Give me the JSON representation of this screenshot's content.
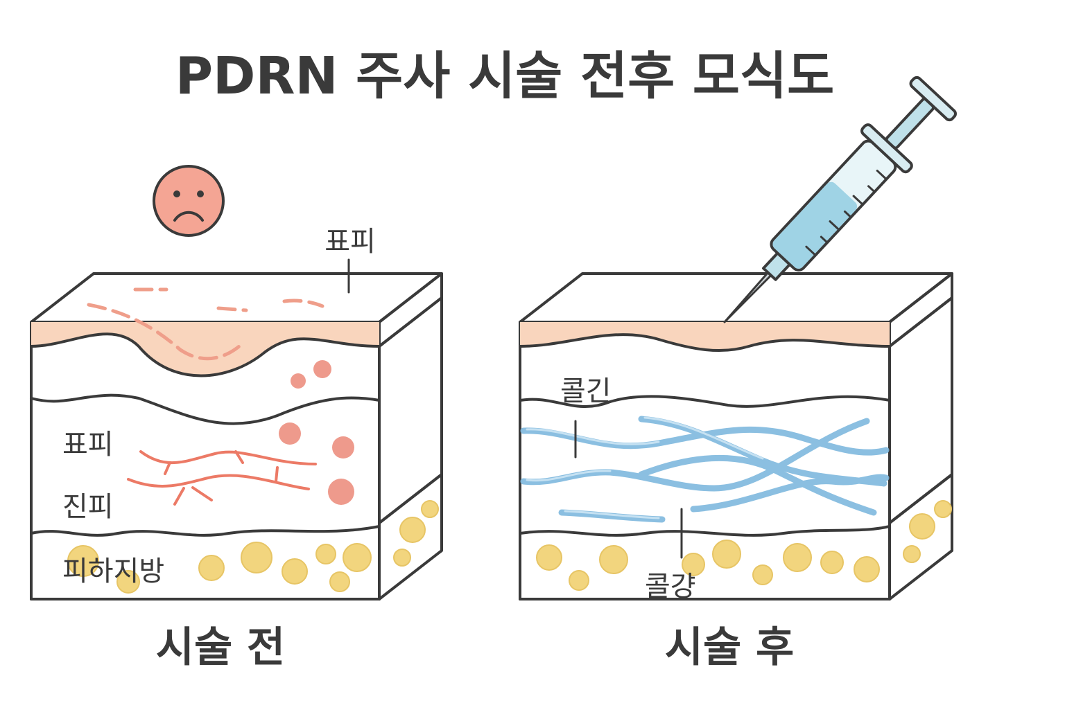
{
  "title": "PDRN 주사 시술 전후 모식도",
  "before": {
    "caption": "시술 전",
    "label_top": "표피",
    "label_upper": "표피",
    "label_middle": "진피",
    "label_bottom": "피하지방",
    "face_icon": "sad-face-icon"
  },
  "after": {
    "caption": "시술 후",
    "label_collagen": "콜긴",
    "label_collagen_bottom": "콜걍",
    "syringe_icon": "syringe-icon"
  },
  "colors": {
    "epidermis": "#f9d5bd",
    "dermis": "#f7cbb7",
    "fat": "#f7df94",
    "fat_cells": "#f2d57e",
    "side_light": "#f5b89b",
    "side_mid": "#f2c2ac",
    "outline": "#3a3a3a",
    "wrinkle": "#ef9e8a",
    "spots": "#ee9a8c",
    "vessels": "#ec7a66",
    "collagen": "#7fb9de",
    "syringe_fluid": "#9fd3e5",
    "face": "#f4a594"
  }
}
